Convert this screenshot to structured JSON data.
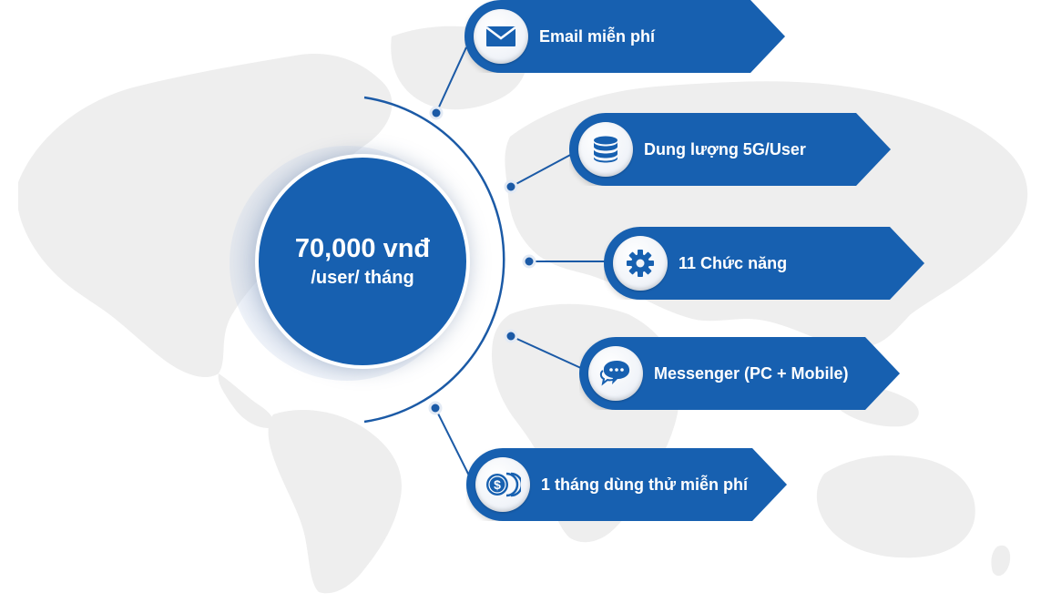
{
  "price": {
    "amount": "70,000 vnđ",
    "unit": "/user/ tháng"
  },
  "features": [
    {
      "label": "Email miễn phí",
      "icon": "envelope-icon"
    },
    {
      "label": "Dung lượng 5G/User",
      "icon": "database-icon"
    },
    {
      "label": "11 Chức năng",
      "icon": "gear-icon"
    },
    {
      "label": "Messenger (PC + Mobile)",
      "icon": "chat-bubble-icon"
    },
    {
      "label": "1 tháng dùng thử miễn phí",
      "icon": "coins-icon"
    }
  ],
  "colors": {
    "primary_blue": "#1760b0",
    "connector": "#1b5aa6",
    "map_gray": "#efefef",
    "icon_background": "#f1f4f9"
  }
}
